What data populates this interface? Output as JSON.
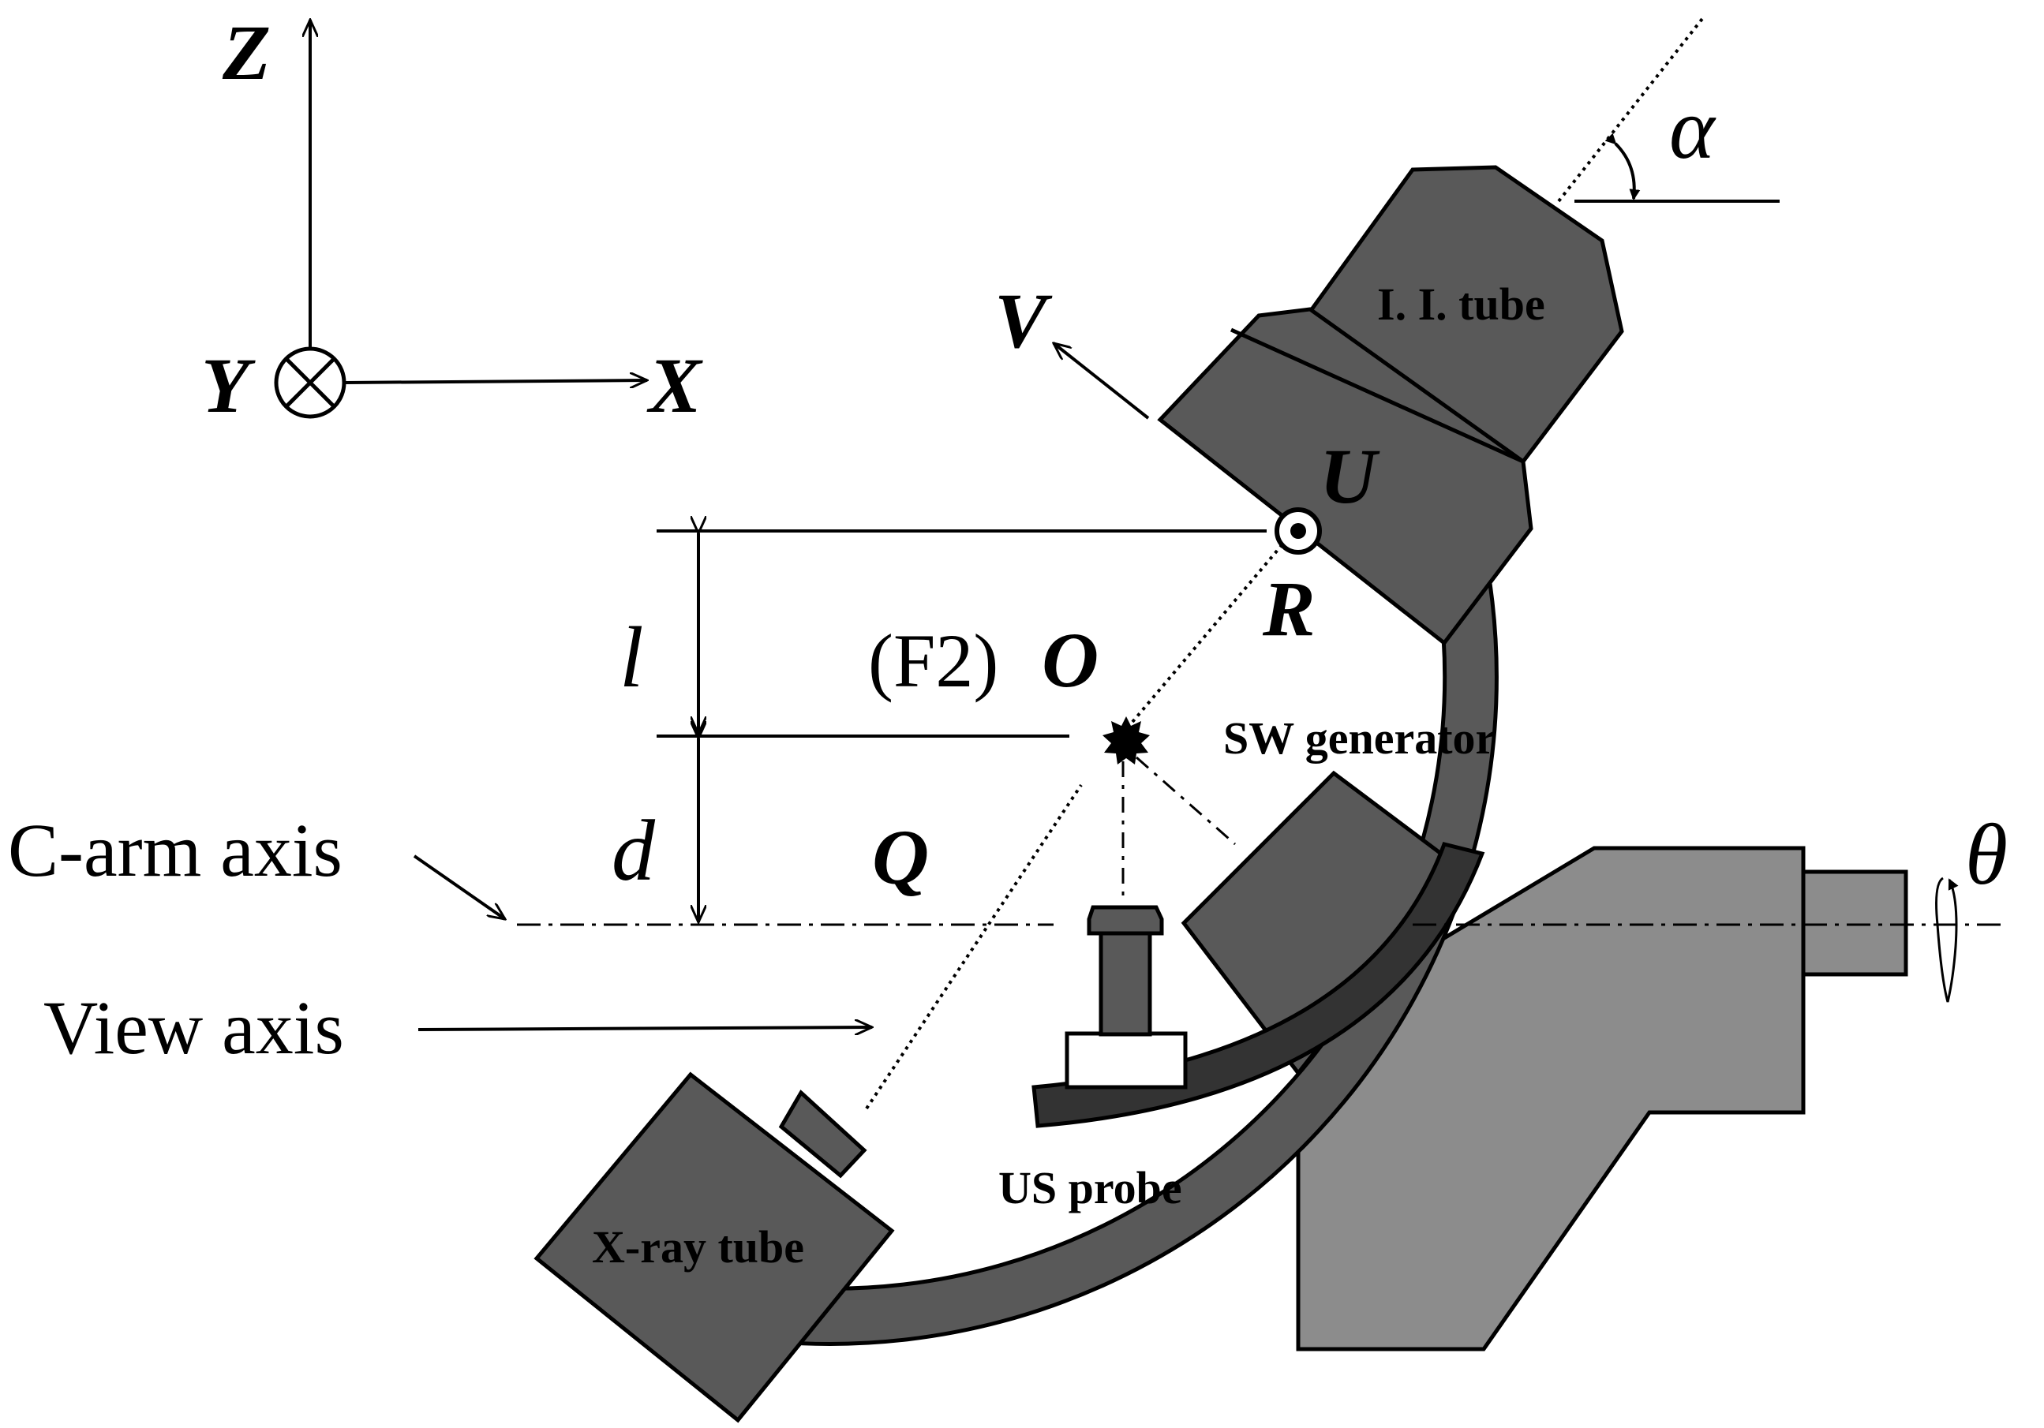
{
  "axes": {
    "z": "Z",
    "y": "Y",
    "x": "X"
  },
  "vectors": {
    "v": "V",
    "u": "U",
    "r": "R",
    "q": "Q",
    "o": "O",
    "f2": "(F2)"
  },
  "dimensions": {
    "l": "l",
    "d": "d"
  },
  "angles": {
    "alpha": "α",
    "theta": "θ"
  },
  "labels": {
    "c_arm_axis": "C-arm axis",
    "view_axis": "View axis",
    "ii_tube": "I. I. tube",
    "sw_generator": "SW generator",
    "us_probe": "US probe",
    "xray_tube": "X-ray tube"
  },
  "colors": {
    "dark_body": "#595959",
    "darker_body": "#333333",
    "light_body": "#8c8c8c",
    "mid_body": "#7a7a7a",
    "outline": "#000000"
  }
}
